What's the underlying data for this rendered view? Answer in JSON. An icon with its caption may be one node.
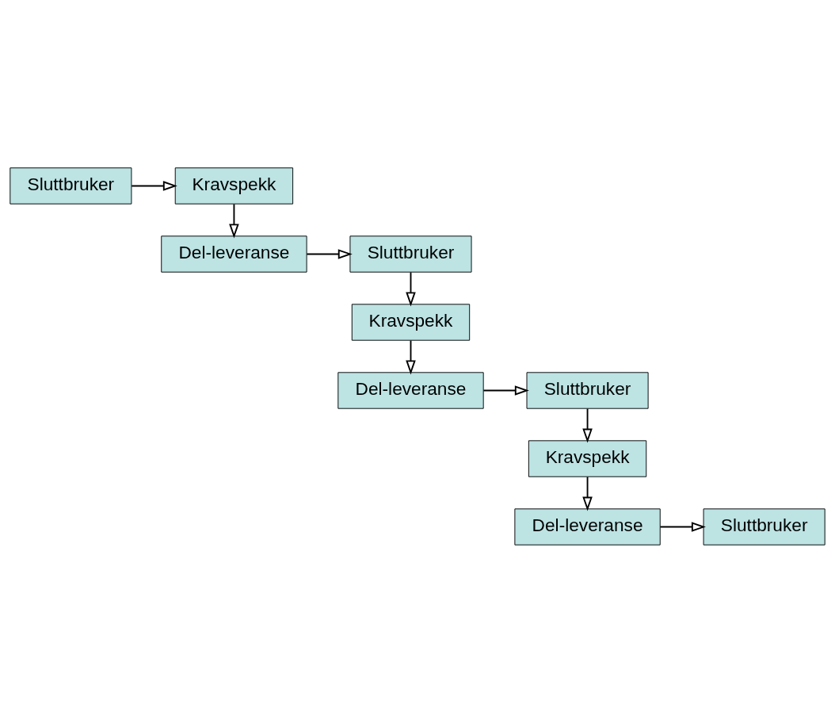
{
  "diagram": {
    "nodes": [
      {
        "text": [
          "Kravspekk"
        ]
      },
      {
        "text": [
          "Sluttbruker"
        ]
      },
      {
        "text": [
          "Del-leveranse"
        ]
      },
      {
        "text": [
          "Sluttbruker"
        ]
      },
      {
        "text": [
          "Kravspekk"
        ]
      },
      {
        "text": [
          "Del-leveranse"
        ]
      },
      {
        "text": [
          "Sluttbruker"
        ]
      },
      {
        "text": [
          "Kravspekk"
        ]
      },
      {
        "text": [
          "Del-leveranse"
        ]
      },
      {
        "text": [
          "Sluttbruker"
        ]
      }
    ],
    "edges": [
      {
        "from": 1,
        "to": 0,
        "arrow": "to"
      },
      {
        "from": 0,
        "to": 2,
        "arrow": "to"
      },
      {
        "from": 2,
        "to": 3,
        "arrow": "to"
      },
      {
        "from": 3,
        "to": 4,
        "arrow": "to"
      },
      {
        "from": 4,
        "to": 5,
        "arrow": "to"
      },
      {
        "from": 5,
        "to": 6,
        "arrow": "to"
      },
      {
        "from": 6,
        "to": 7,
        "arrow": "to"
      },
      {
        "from": 7,
        "to": 8,
        "arrow": "to"
      },
      {
        "from": 8,
        "to": 9,
        "arrow": "to"
      }
    ]
  }
}
